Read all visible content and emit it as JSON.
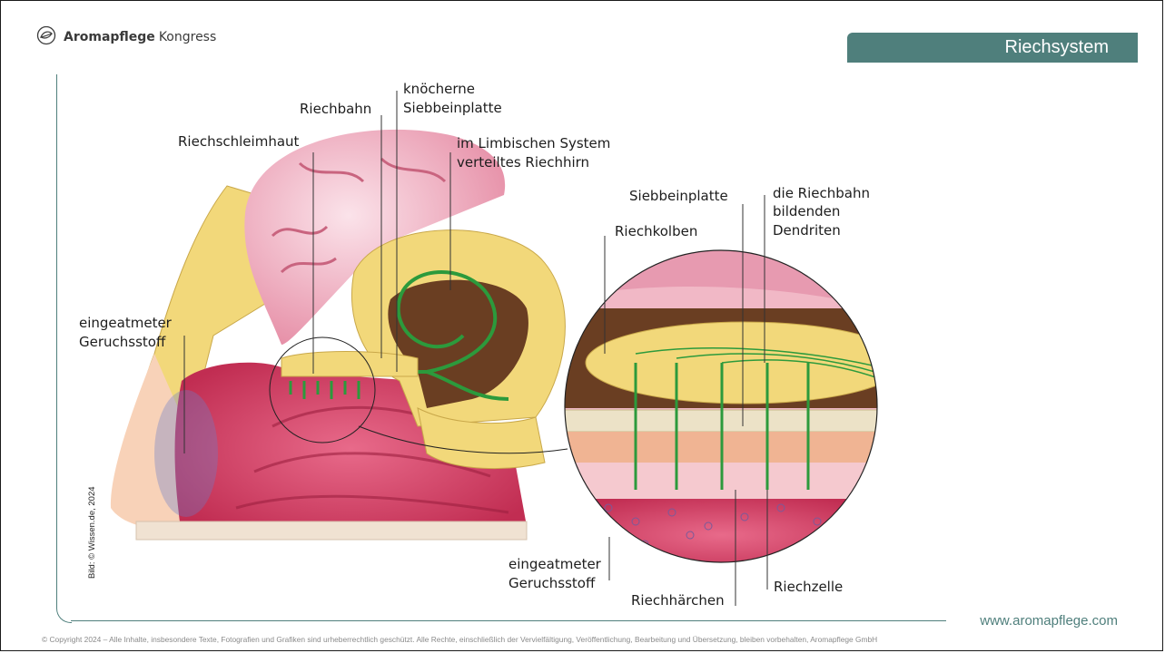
{
  "header": {
    "brand_strong": "Aromapflege",
    "brand_light": "Kongress",
    "section_title": "Riechsystem"
  },
  "diagram": {
    "labels": {
      "riechbahn": "Riechbahn",
      "knoecherne_1": "knöcherne",
      "knoecherne_2": "Siebbeinplatte",
      "riechschleimhaut": "Riechschleimhaut",
      "limbic_1": "im Limbischen System",
      "limbic_2": "verteiltes Riechhirn",
      "siebbeinplatte": "Siebbeinplatte",
      "dendriten_1": "die Riechbahn",
      "dendriten_2": "bildenden",
      "dendriten_3": "Dendriten",
      "riechkolben": "Riechkolben",
      "geruch_left_1": "eingeatmeter",
      "geruch_left_2": "Geruchsstoff",
      "geruch_right_1": "eingeatmeter",
      "geruch_right_2": "Geruchsstoff",
      "riechhaerchen": "Riechhärchen",
      "riechzelle": "Riechzelle"
    },
    "credit": "Bild: © Wissen.de, 2024"
  },
  "footer": {
    "url": "www.aromapflege.com",
    "copyright": "© Copyright 2024 – Alle Inhalte, insbesondere Texte, Fotografien und Grafiken sind urheberrechtlich geschützt. Alle Rechte, einschließlich der Vervielfältigung, Veröffentlichung, Bearbeitung und Übersetzung, bleiben vorbehalten, Aromapflege GmbH"
  },
  "colors": {
    "accent": "#4f7f7c",
    "brain_pink": "#e8a0b4",
    "bone": "#f2d87a",
    "nerve_green": "#2c9a3c",
    "cavity_red": "#c9375a"
  }
}
